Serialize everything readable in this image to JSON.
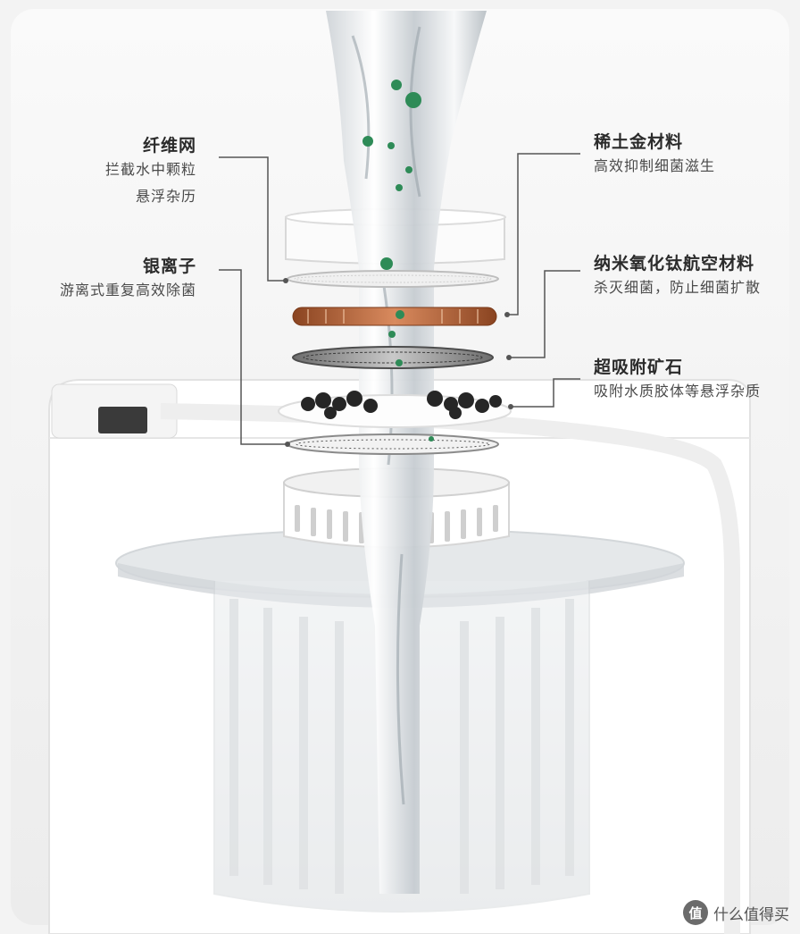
{
  "callouts": {
    "fiber_mesh": {
      "title": "纤维网",
      "lines": [
        "拦截水中颗粒",
        "悬浮杂历"
      ]
    },
    "silver_ion": {
      "title": "银离子",
      "lines": [
        "游离式重复高效除菌"
      ]
    },
    "rare_earth": {
      "title": "稀土金材料",
      "lines": [
        "高效抑制细菌滋生"
      ]
    },
    "nano_titanium": {
      "title": "纳米氧化钛航空材料",
      "lines": [
        "杀灭细菌，防止细菌扩散"
      ]
    },
    "super_mineral": {
      "title": "超吸附矿石",
      "lines": [
        "吸附水质胶体等悬浮杂质"
      ]
    }
  },
  "watermark": {
    "icon": "值",
    "text": "什么值得买"
  },
  "colors": {
    "water": "#dfe3e6",
    "copper": "#b8643a",
    "stone": "#2a2a2a",
    "bacteria": "#2e8b57",
    "leader": "#555555"
  }
}
